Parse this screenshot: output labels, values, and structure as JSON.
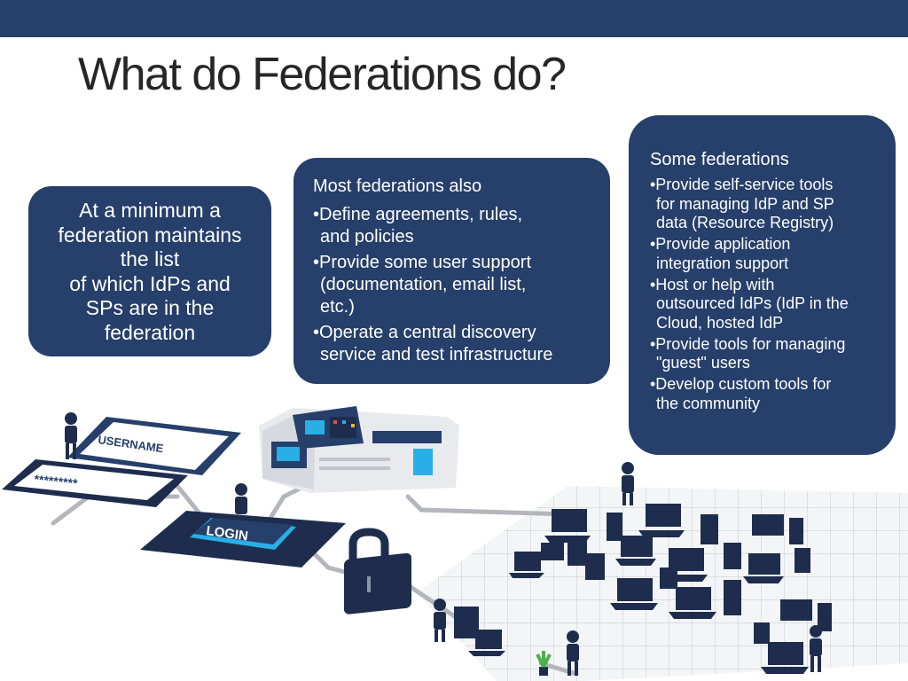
{
  "title": "What do Federations do?",
  "box_minimum": {
    "lines": [
      "At a minimum a",
      "federation maintains",
      "the list",
      "of which IdPs and",
      "SPs are in the",
      "federation"
    ]
  },
  "box_most": {
    "heading": "Most federations also",
    "lines": [
      "•Define agreements, rules,",
      "and policies",
      "•Provide some user support",
      "(documentation, email list,",
      "etc.)",
      "•Operate a central discovery",
      "service and test infrastructure"
    ]
  },
  "box_some": {
    "heading": "Some federations",
    "lines": [
      "•Provide self-service tools",
      "for managing IdP and SP",
      "data (Resource Registry)",
      "•Provide application",
      "integration support",
      "•Host or help with",
      "outsourced IdPs (IdP in the",
      "Cloud, hosted IdP",
      "•Provide tools for managing",
      "\"guest\" users",
      "•Develop custom tools for",
      "the community"
    ]
  },
  "illustration": {
    "username_label": "USERNAME",
    "password_mask": "*********",
    "login_label": "LOGIN"
  },
  "colors": {
    "banner": "#263f6b",
    "box_fill": "#263f6b",
    "box_text": "#ffffff",
    "title_text": "#262626"
  }
}
